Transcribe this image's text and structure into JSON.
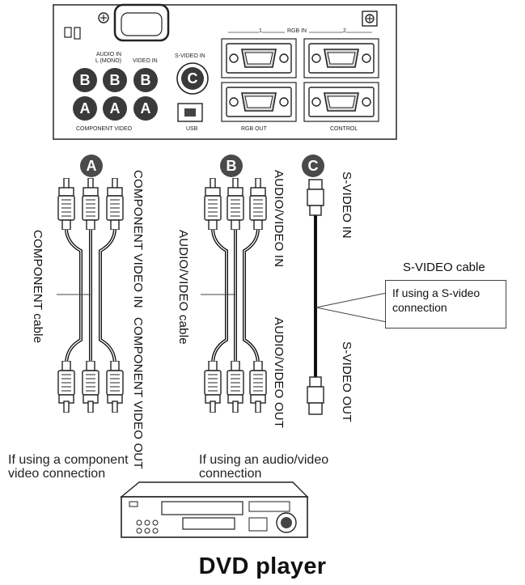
{
  "panel": {
    "audio_in": "AUDIO IN",
    "mono": "L (MONO)",
    "video_in": "VIDEO IN",
    "svideo_in": "S-VIDEO IN",
    "rgb_in": "RGB IN",
    "rgb_out": "RGB OUT",
    "control": "CONTROL",
    "component_video": "COMPONENT VIDEO",
    "usb": "USB",
    "port_1": "1",
    "port_2": "2"
  },
  "markers": {
    "a": "A",
    "b": "B",
    "c": "C"
  },
  "cables": {
    "component_in": "COMPONENT VIDEO IN",
    "component_out": "COMPONENT VIDEO OUT",
    "component_cable": "COMPONENT cable",
    "av_in": "AUDIO/VIDEO IN",
    "av_out": "AUDIO/VIDEO OUT",
    "av_cable": "AUDIO/VIDEO cable",
    "svideo_in": "S-VIDEO IN",
    "svideo_out": "S-VIDEO OUT",
    "svideo_cable": "S-VIDEO cable"
  },
  "captions": {
    "component": "If using a component\nvideo connection",
    "av": "If using an audio/video\nconnection",
    "svideo": "If using a S-video connection"
  },
  "device": {
    "title": "DVD player"
  }
}
